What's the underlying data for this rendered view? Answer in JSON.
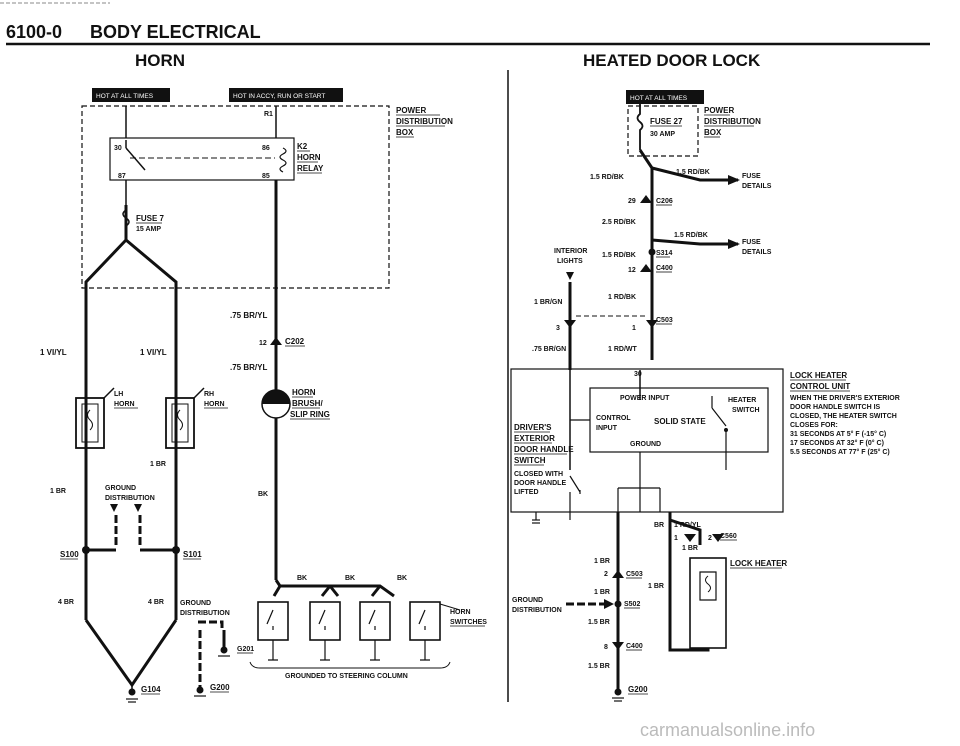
{
  "header": {
    "section": "6100-0",
    "title": "BODY ELECTRICAL"
  },
  "horn": {
    "title": "HORN",
    "badge_hot_all": "HOT AT ALL TIMES",
    "badge_hot_accy": "HOT IN ACCY, RUN OR START",
    "pd_line1": "POWER",
    "pd_line2": "DISTRIBUTION",
    "pd_line3": "BOX",
    "r1": "R1",
    "p30": "30",
    "p86": "86",
    "p87": "87",
    "p85": "85",
    "relay1": "K2",
    "relay2": "HORN",
    "relay3": "RELAY",
    "fuse_name": "FUSE 7",
    "fuse_amp": "15 AMP",
    "w_75brl_1": ".75 BR/YL",
    "w_75brl_2": ".75 BR/YL",
    "c202_pin": "12",
    "c202": "C202",
    "w_vi_left": "1 VI/YL",
    "w_vi_right": "1 VI/YL",
    "lh1": "LH",
    "lh2": "HORN",
    "rh1": "RH",
    "rh2": "HORN",
    "brush1": "HORN",
    "brush2": "BRUSH/",
    "brush3": "SLIP RING",
    "w_1br_a": "1 BR",
    "w_1br_b": "1 BR",
    "gd1": "GROUND",
    "gd2": "DISTRIBUTION",
    "w_bk": "BK",
    "s100": "S100",
    "s101": "S101",
    "w_4br_a": "4 BR",
    "w_4br_b": "4 BR",
    "gd3": "GROUND",
    "gd4": "DISTRIBUTION",
    "bk1": "BK",
    "bk2": "BK",
    "bk3": "BK",
    "hs1": "HORN",
    "hs2": "SWITCHES",
    "g201": "G201",
    "g104": "G104",
    "g200": "G200",
    "steering": "GROUNDED TO STEERING COLUMN"
  },
  "lock": {
    "title": "HEATED DOOR LOCK",
    "badge": "HOT AT ALL TIMES",
    "pd_line1": "POWER",
    "pd_line2": "DISTRIBUTION",
    "pd_line3": "BOX",
    "fuse_name": "FUSE 27",
    "fuse_amp": "30 AMP",
    "w1": "1.5 RD/BK",
    "w2": "1.5 RD/BK",
    "fd1a": "FUSE",
    "fd1b": "DETAILS",
    "c206_pin": "29",
    "c206": "C206",
    "w3": "2.5 RD/BK",
    "w4": "1.5 RD/BK",
    "fd2a": "FUSE",
    "fd2b": "DETAILS",
    "il1": "INTERIOR",
    "il2": "LIGHTS",
    "w5": "1.5 RD/BK",
    "s314": "S314",
    "c400_pin": "12",
    "c400": "C400",
    "w6": "1 BR/GN",
    "w7": "1 RD/BK",
    "c503_l": "3",
    "c503_r": "1",
    "c503": "C503",
    "w8": ".75 BR/GN",
    "w9": "1 RD/WT",
    "pin30": "30",
    "ctrl1": "LOCK HEATER",
    "ctrl2": "CONTROL UNIT",
    "note1": "WHEN THE DRIVER'S EXTERIOR",
    "note2": "DOOR HANDLE SWITCH IS",
    "note3": "CLOSED, THE HEATER SWITCH",
    "note4": "CLOSES FOR:",
    "note5": "31 SECONDS AT 5° F (-15° C)",
    "note6": "17 SECONDS AT 32° F (0° C)",
    "note7": "5.5 SECONDS AT 77° F (25° C)",
    "pi": "POWER INPUT",
    "hs1": "HEATER",
    "hs2": "SWITCH",
    "ci1": "CONTROL",
    "ci2": "INPUT",
    "ss": "SOLID STATE",
    "gnd": "GROUND",
    "dh1": "DRIVER'S",
    "dh2": "EXTERIOR",
    "dh3": "DOOR HANDLE",
    "dh4": "SWITCH",
    "dh5": "CLOSED WITH",
    "dh6": "DOOR HANDLE",
    "dh7": "LIFTED",
    "w_br": "BR",
    "w_rdyl": "1 RD/YL",
    "c560_l": "1",
    "c560_r": "2",
    "c560": "C560",
    "w_1br1": "1 BR",
    "w_1br2": "1 BR",
    "w_1br3": "1 BR",
    "w_1br4": "1 BR",
    "c503b_pin": "2",
    "c503b": "C503",
    "heater": "LOCK HEATER",
    "gd1": "GROUND",
    "gd2": "DISTRIBUTION",
    "s502": "S502",
    "w_15br1": "1.5 BR",
    "w_15br2": "1.5 BR",
    "c400b_pin": "8",
    "c400b": "C400",
    "g200": "G200"
  },
  "footer": {
    "watermark": "carmanualsonline.info"
  }
}
